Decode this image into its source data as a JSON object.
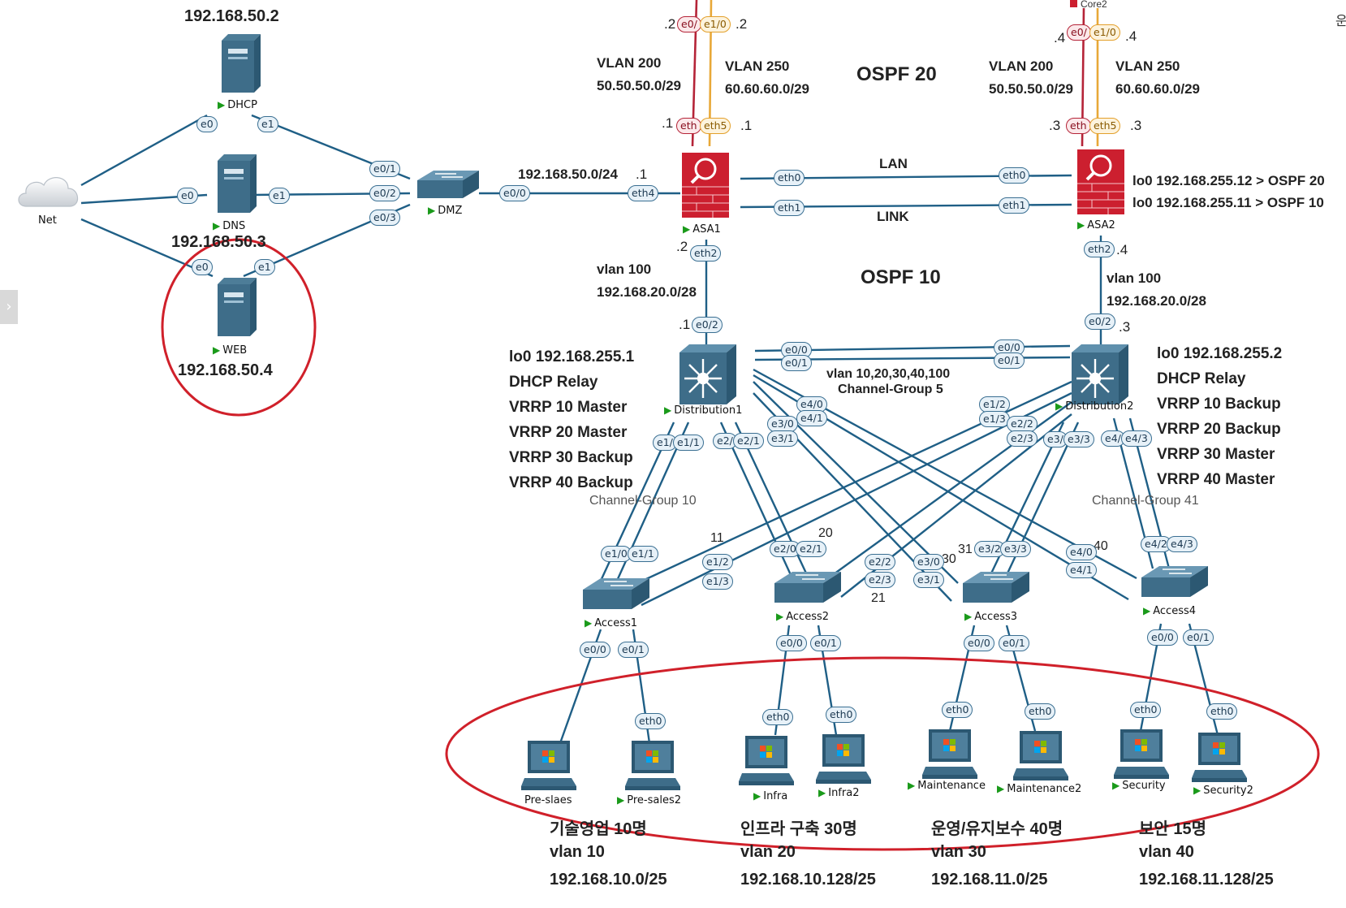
{
  "core2_label": "Core2",
  "top_right_char": "운",
  "title_ospf20": "OSPF 20",
  "title_ospf10": "OSPF 10",
  "ip_dhcp": "192.168.50.2",
  "ip_dns": "192.168.50.3",
  "ip_web": "192.168.50.4",
  "dmz_net": "192.168.50.0/24",
  "dot1": ".1",
  "dot2": ".2",
  "dot3": ".3",
  "dot4": ".4",
  "link_lan": "LAN",
  "link_link": "LINK",
  "asa1_vlan200": "VLAN 200",
  "asa1_vlan200_net": "50.50.50.0/29",
  "asa1_vlan250": "VLAN 250",
  "asa1_vlan250_net": "60.60.60.0/29",
  "asa2_vlan200": "VLAN 200",
  "asa2_vlan200_net": "50.50.50.0/29",
  "asa2_vlan250": "VLAN 250",
  "asa2_vlan250_net": "60.60.60.0/29",
  "asa2_lo1": "lo0 192.168.255.12 > OSPF 20",
  "asa2_lo2": "lo0 192.168.255.11 > OSPF 10",
  "vlan100_left": "vlan 100",
  "vlan100_left_net": "192.168.20.0/28",
  "vlan100_right": "vlan 100",
  "vlan100_right_net": "192.168.20.0/28",
  "dist1_info": [
    "lo0 192.168.255.1",
    "DHCP Relay",
    "VRRP 10 Master",
    "VRRP 20 Master",
    "VRRP 30 Backup",
    "VRRP 40 Backup"
  ],
  "dist2_info": [
    "lo0 192.168.255.2",
    "DHCP Relay",
    "VRRP 10 Backup",
    "VRRP 20 Backup",
    "VRRP 30 Master",
    "VRRP 40 Master"
  ],
  "trunk_vlans": "vlan 10,20,30,40,100",
  "channel5": "Channel-Group 5",
  "channel10": "Channel-Group 10",
  "channel41": "Channel-Group 41",
  "num_11": "11",
  "num_20": "20",
  "num_21": "21",
  "num_30": "30",
  "num_31": "31",
  "num_40": "40",
  "nodes": {
    "net": "Net",
    "dhcp": "DHCP",
    "dns": "DNS",
    "web": "WEB",
    "dmz": "DMZ",
    "asa1": "ASA1",
    "asa2": "ASA2",
    "dist1": "Distribution1",
    "dist2": "Distribution2",
    "access1": "Access1",
    "access2": "Access2",
    "access3": "Access3",
    "access4": "Access4",
    "pc1": "Pre-slaes",
    "pc2": "Pre-sales2",
    "pc3": "Infra",
    "pc4": "Infra2",
    "pc5": "Maintenance",
    "pc6": "Maintenance2",
    "pc7": "Security",
    "pc8": "Security2"
  },
  "groups": [
    {
      "name": "기술영업 10명",
      "vlan": "vlan 10",
      "net": "192.168.10.0/25"
    },
    {
      "name": "인프라 구축 30명",
      "vlan": "vlan 20",
      "net": "192.168.10.128/25"
    },
    {
      "name": "운영/유지보수 40명",
      "vlan": "vlan 30",
      "net": "192.168.11.0/25"
    },
    {
      "name": "보안 15명",
      "vlan": "vlan 40",
      "net": "192.168.11.128/25"
    }
  ],
  "ports": {
    "asa1_top_e0": "e0/",
    "asa1_top_e1": "e1/0",
    "asa2_top_e0": "e0/",
    "asa2_top_e1": "e1/0",
    "asa1_eth_red": "eth",
    "asa1_eth5": "eth5",
    "asa2_eth_red": "eth",
    "asa2_eth5": "eth5",
    "dhcp_e0": "e0",
    "dhcp_e1": "e1",
    "dns_e0": "e0",
    "dns_e1": "e1",
    "web_e0": "e0",
    "web_e1": "e1",
    "dmz_e01": "e0/1",
    "dmz_e02": "e0/2",
    "dmz_e03": "e0/3",
    "dmz_e00": "e0/0",
    "asa1_eth4": "eth4",
    "asa1_eth0": "eth0",
    "asa1_eth1": "eth1",
    "asa2_eth0": "eth0",
    "asa2_eth1": "eth1",
    "asa1_eth2": "eth2",
    "asa2_eth2": "eth2",
    "d1_e02": "e0/2",
    "d2_e02": "e0/2",
    "d1_e00": "e0/0",
    "d1_e01": "e0/1",
    "d2_e00": "e0/0",
    "d2_e01": "e0/1",
    "d1_e40": "e4/0",
    "d1_e41": "e4/1",
    "d1_e30": "e3/0",
    "d1_e31": "e3/1",
    "d1_e1a": "e1/",
    "d1_e11": "e1/1",
    "d1_e2a": "e2/",
    "d1_e21": "e2/1",
    "d2_e12": "e1/2",
    "d2_e13": "e1/3",
    "d2_e22": "e2/2",
    "d2_e23": "e2/3",
    "d2_e3a": "e3/",
    "d2_e33": "e3/3",
    "d2_e4a": "e4/",
    "d2_e43": "e4/3",
    "a1_e10": "e1/0",
    "a1_e11": "e1/1",
    "a1_e12": "e1/2",
    "a1_e13": "e1/3",
    "a2_e20": "e2/0",
    "a2_e21": "e2/1",
    "a2_e22": "e2/2",
    "a2_e23": "e2/3",
    "a3_e30": "e3/0",
    "a3_e31": "e3/1",
    "a3_e32": "e3/2",
    "a3_e33": "e3/3",
    "a4_e40": "e4/0",
    "a4_e41": "e4/1",
    "a4_e42": "e4/2",
    "a4_e43": "e4/3",
    "a1_e00": "e0/0",
    "a1_e01": "e0/1",
    "a2_e00": "e0/0",
    "a2_e01": "e0/1",
    "a3_e00": "e0/0",
    "a3_e01": "e0/1",
    "a4_e00": "e0/0",
    "a4_e01": "e0/1",
    "pc_eth0": "eth0"
  },
  "colors": {
    "link_blue": "#1f5f86",
    "core_red": "#b52438",
    "core_orange": "#e8a838",
    "highlight_red": "#d0202a",
    "asa_red": "#cc1f2f"
  }
}
